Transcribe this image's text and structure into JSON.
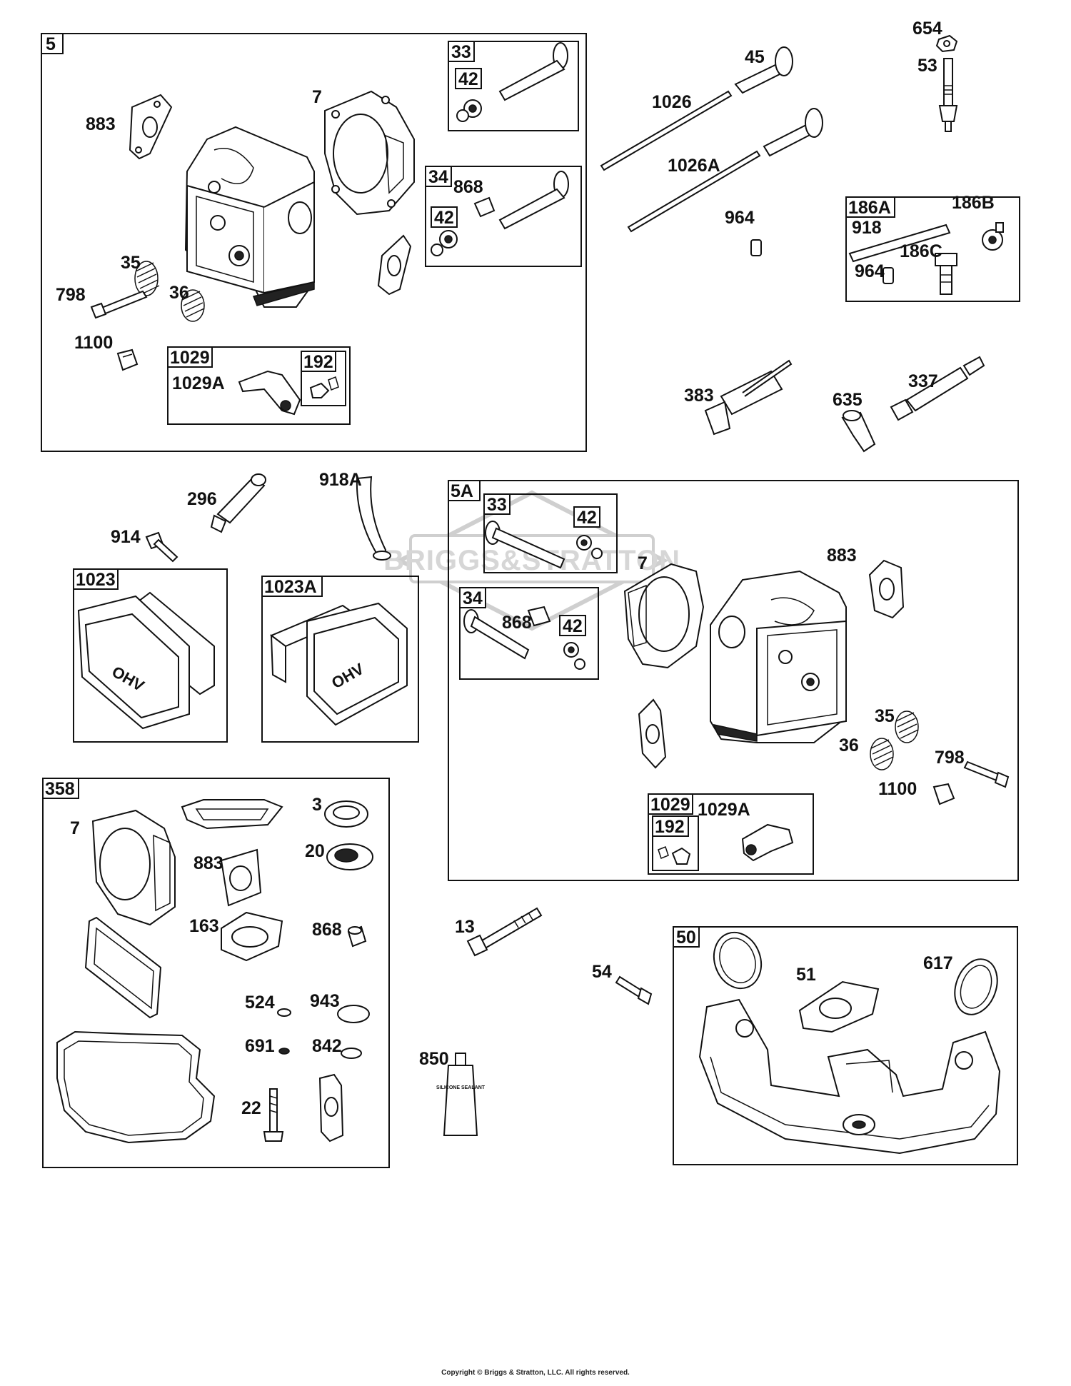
{
  "watermark": "BRIGGS&STRATTON",
  "copyright": "Copyright © Briggs & Stratton, LLC. All rights reserved.",
  "tube_text": "SILICONE SEALANT",
  "boxes": {
    "b5": "5",
    "b33a": "33",
    "b42a": "42",
    "b34a": "34",
    "b42b": "42",
    "b1029a": "1029",
    "b192a": "192",
    "b186a": "186A",
    "b5a": "5A",
    "b33b": "33",
    "b42c": "42",
    "b34b": "34",
    "b42d": "42",
    "b1029b": "1029",
    "b192b": "192",
    "b1023": "1023",
    "b1023a": "1023A",
    "b358": "358",
    "b50": "50"
  },
  "labels": {
    "l654": "654",
    "l53": "53",
    "l45": "45",
    "l1026": "1026",
    "l1026a": "1026A",
    "l964a": "964",
    "l918": "918",
    "l186b": "186B",
    "l186c": "186C",
    "l964b": "964",
    "l883a": "883",
    "l7a": "7",
    "l868a": "868",
    "l35a": "35",
    "l798a": "798",
    "l36a": "36",
    "l1100a": "1100",
    "l1029aa": "1029A",
    "l383": "383",
    "l635": "635",
    "l337": "337",
    "l296": "296",
    "l918a": "918A",
    "l914": "914",
    "l7b": "7",
    "l883b": "883",
    "l868b": "868",
    "l35b": "35",
    "l36b": "36",
    "l798b": "798",
    "l1100b": "1100",
    "l1029ab": "1029A",
    "l7c": "7",
    "l3": "3",
    "l883c": "883",
    "l20": "20",
    "l163": "163",
    "l868c": "868",
    "l524": "524",
    "l943": "943",
    "l691": "691",
    "l842": "842",
    "l22": "22",
    "l13": "13",
    "l54": "54",
    "l850": "850",
    "l51": "51",
    "l617": "617"
  }
}
